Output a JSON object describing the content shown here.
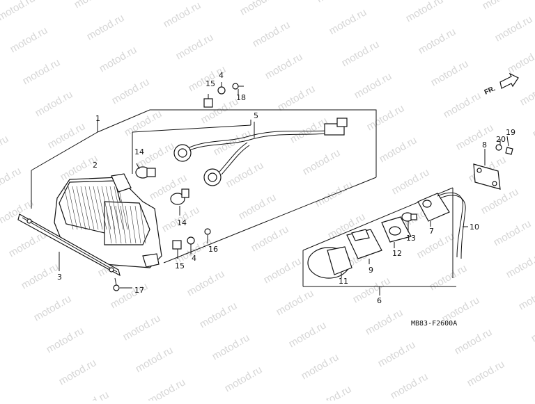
{
  "watermark": "motod.ru",
  "drawing_code": "MB83-F2600A",
  "direction_label": "FR.",
  "callouts": [
    "1",
    "2",
    "3",
    "4",
    "5",
    "6",
    "7",
    "8",
    "9",
    "10",
    "11",
    "12",
    "13",
    "14",
    "15",
    "16",
    "17",
    "18",
    "19",
    "20"
  ],
  "colors": {
    "ink": "#111111",
    "watermark": "#d6d6d6",
    "background": "#ffffff"
  }
}
